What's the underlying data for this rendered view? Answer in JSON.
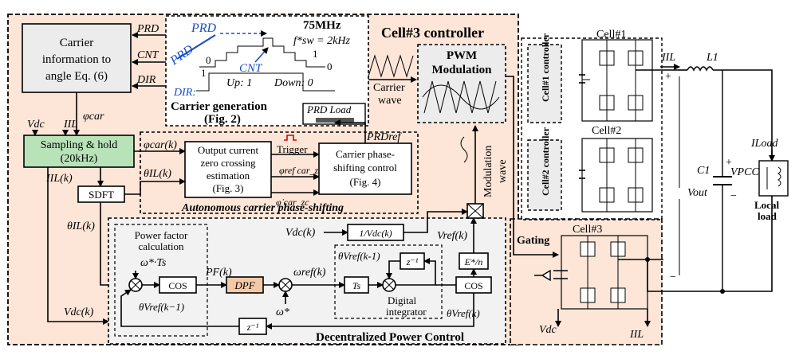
{
  "controller": {
    "title": "Cell#3 controller"
  },
  "carrier_info": {
    "line1": "Carrier",
    "line2": "information to",
    "line3": "angle Eq. (6)"
  },
  "signals": {
    "prd": "PRD",
    "cnt": "CNT",
    "dir": "DIR",
    "phi_car": "φcar",
    "vdc": "Vdc",
    "iil": "IIL",
    "carrier_wave_1": "Carrier",
    "carrier_wave_2": "wave",
    "modulation_wave_1": "Modulation",
    "modulation_wave_2": "wave",
    "prd_ref": "PRDref",
    "phi_car_k": "φcar(k)",
    "theta_il_k": "θIL(k)",
    "iil_k": "IIL(k)",
    "theta_il_k2": "θIL(k)",
    "vdc_k": "Vdc(k)",
    "vdc_k2": "Vdc(k)",
    "vref_k": "Vref(k)",
    "gating": "Gating",
    "vdc_bottom": "Vdc",
    "iil_bottom": "IIL",
    "trigger": "Trigger",
    "phi_ref_zc": "φref car_zc",
    "phi_dot_zc": "φ̇ car_zc",
    "pf_k": "PF(k)",
    "omega_ref_k": "ωref(k)",
    "omega_star": "ω*",
    "theta_vref_k1": "θVref(k-1)",
    "theta_vref_km1": "θVref(k−1)",
    "theta_vref_k": "θVref(k)"
  },
  "carrier_gen": {
    "freq": "75MHz",
    "fsw": "f*sw = 2kHz",
    "prd_a": "PRD",
    "prd_b": "PRD",
    "cnt": "CNT",
    "dir": "DIR:",
    "up": "Up: 1",
    "down": "Down: 0",
    "zero_a": "0",
    "one_a": "1",
    "one_b": "1",
    "zero_b": "0",
    "title_1": "Carrier generation",
    "title_2": "(Fig. 2)",
    "prd_load": "PRD Load"
  },
  "pwm": {
    "line1": "PWM",
    "line2": "Modulation"
  },
  "sampling": {
    "line1": "Sampling & hold",
    "line2": "(20kHz)"
  },
  "sdft": "SDFT",
  "zero_cross": {
    "line1": "Output current",
    "line2": "zero crossing",
    "line3": "estimation",
    "line4": "(Fig. 3)"
  },
  "phase_shift": {
    "line1": "Carrier phase-",
    "line2": "shifting control",
    "line3": "(Fig. 4)"
  },
  "auto_label": "Autonomous carrier phase-shifting",
  "power_control": {
    "title": "Decentralized Power Control",
    "pf_calc_1": "Power factor",
    "pf_calc_2": "calculation",
    "omega_ts": "ω*·Ts",
    "cos_a": "COS",
    "dpf": "DPF",
    "ts": "Ts",
    "z_inv_a": "z⁻¹",
    "z_inv_b": "z⁻¹",
    "cos_b": "COS",
    "en": "E*/n",
    "inv_vdc": "1/Vdc(k)",
    "digital_1": "Digital",
    "digital_2": "integrator"
  },
  "power": {
    "cell1": "Cell#1",
    "cell2": "Cell#2",
    "cell3": "Cell#3",
    "cell1_ctrl": "Cell#1 controller",
    "cell2_ctrl": "Cell#2 controller",
    "iil": "IIL",
    "l1": "L1",
    "c1": "C1",
    "vpcc": "VPCC",
    "vout": "Vout",
    "iload": "ILoad",
    "local_load_1": "Local",
    "local_load_2": "load",
    "plus_a": "+",
    "plus_b": "+",
    "minus_a": "−",
    "minus_b": "−"
  }
}
